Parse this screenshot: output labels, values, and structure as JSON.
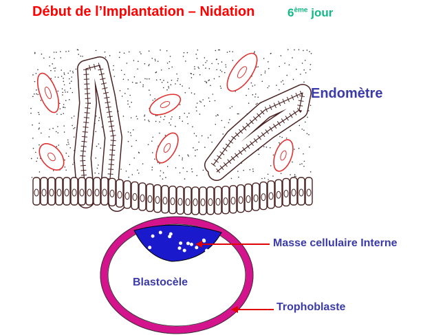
{
  "title": "Début de l’Implantation – Nidation",
  "day": {
    "number": "6",
    "suffix": "ème",
    "word": "jour"
  },
  "labels": {
    "endometre": "Endomètre",
    "masse": "Masse cellulaire Interne",
    "blastocele": "Blastocèle",
    "trophoblaste": "Trophoblaste"
  },
  "colors": {
    "title": "#ff0000",
    "day": "#12b886",
    "label": "#3a3aa8",
    "trophoblast": "#d4148c",
    "icm": "#1a1acc",
    "arrow": "#e00000",
    "vessel": "#e03030",
    "cells": "#4a2020"
  }
}
